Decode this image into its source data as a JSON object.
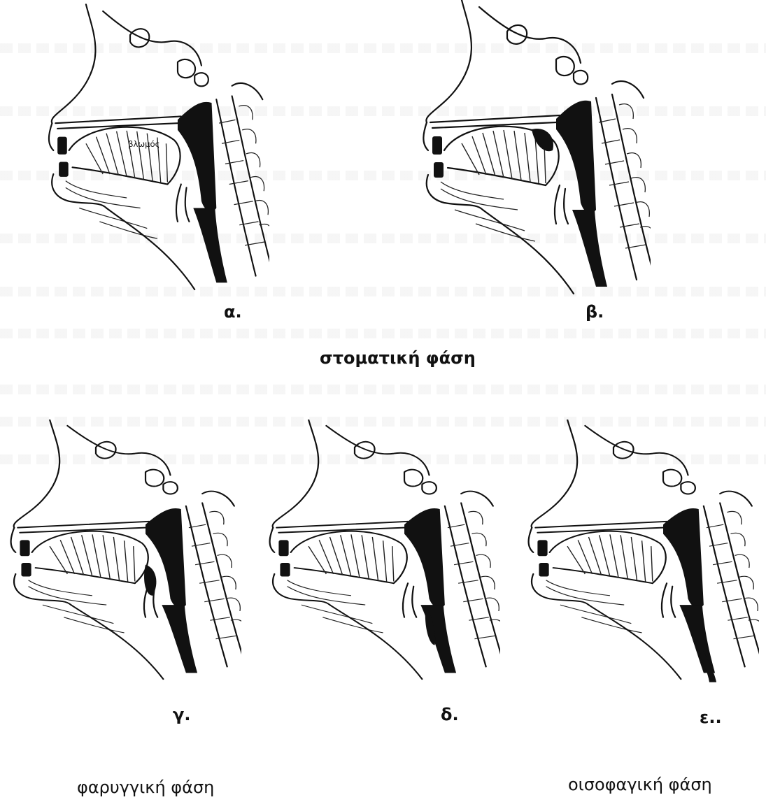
{
  "figure": {
    "panels": [
      {
        "id": "a",
        "label": "α."
      },
      {
        "id": "b",
        "label": "β."
      },
      {
        "id": "c",
        "label": "γ."
      },
      {
        "id": "d",
        "label": "δ."
      },
      {
        "id": "e",
        "label": "ε.."
      }
    ],
    "inner_label": "βλωμός",
    "phases": {
      "oral": "στοματική φάση",
      "pharyngeal": "φαρυγγική φάση",
      "esophageal": "οισοφαγική φάση"
    }
  }
}
